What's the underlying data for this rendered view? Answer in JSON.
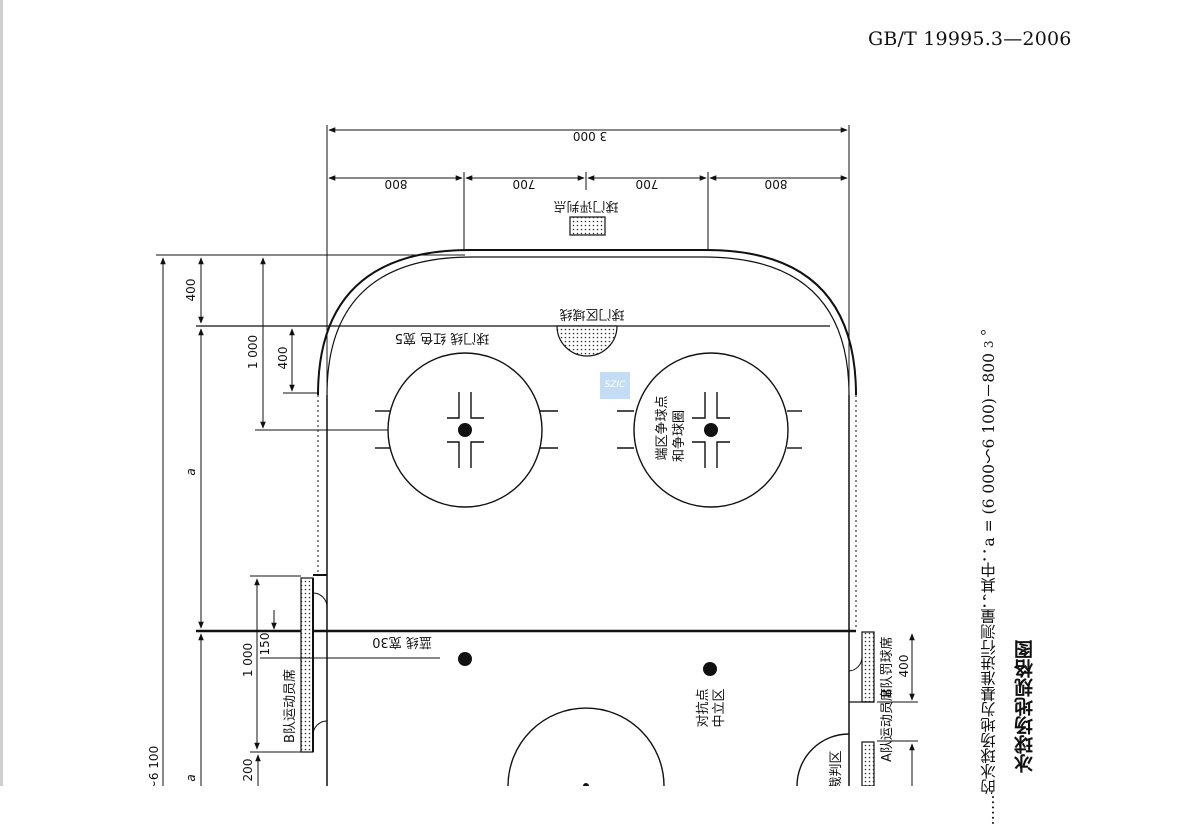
{
  "header": {
    "standard_no": "GB/T 19995.3—2006"
  },
  "dimensions": {
    "total_width": "3 000",
    "seg_left": "800",
    "seg_center_left": "700",
    "seg_center_right": "700",
    "seg_right": "800",
    "top_400": "400",
    "d_1000_top": "1 000",
    "d_400_inner": "400",
    "a_upper": "a",
    "d_1000_bench": "1 000",
    "d_150": "150",
    "d_200": "200",
    "total_6100": "~6 100",
    "a_lower": "a",
    "d_400_penalty": "400"
  },
  "labels": {
    "goal_judge_point": "球门评判点",
    "goal_crease_line": "球门区域线",
    "goal_line": "球门线  红色  宽5",
    "end_zone_faceoff_1": "端区争球点",
    "end_zone_faceoff_2": "和争球圈",
    "blue_line": "蓝线  宽30",
    "neutral_zone_1": "对抗点",
    "neutral_zone_2": "中立区",
    "team_b_bench": "B队运动员席",
    "team_b_penalty": "B队罚球席",
    "officials_area": "裁判区",
    "team_a_bench": "A队运动员席",
    "watermark": "SZIC"
  },
  "note": {
    "text": "……的冰球场地为基准进行测量；其中：a =",
    "formula_numerator": "(6 000～6 100)－800",
    "formula_denominator": "3",
    "formula_tail": "。"
  },
  "figure_title": "冰球场地规格图"
}
